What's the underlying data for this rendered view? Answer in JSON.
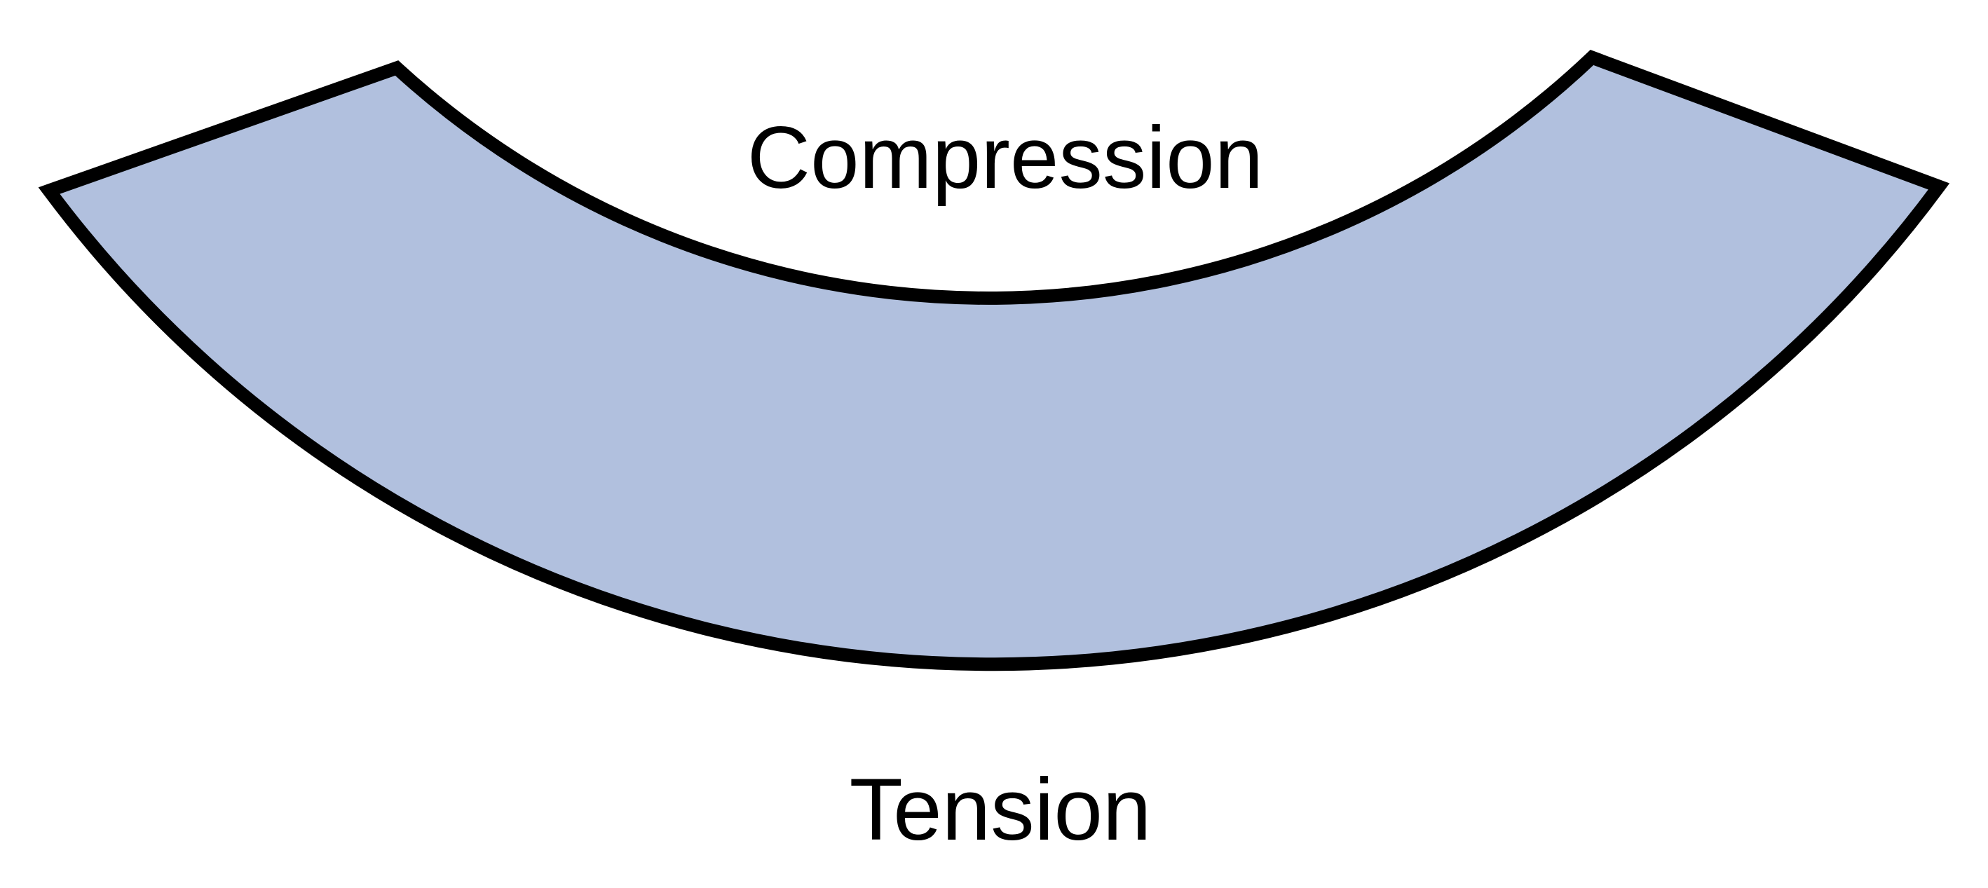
{
  "page": {
    "background_color": "#ffffff"
  },
  "diagram": {
    "type": "bent-beam-stress-diagram",
    "beam": {
      "fill_color": "#b1c0de",
      "outline_color": "#000000"
    },
    "labels": {
      "compression": "Compression",
      "tension": "Tension"
    },
    "label_color": "#000000"
  }
}
